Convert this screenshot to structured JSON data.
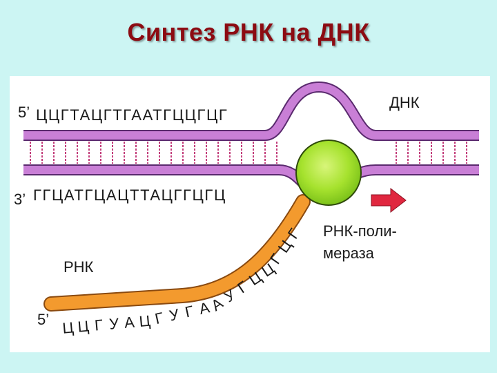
{
  "title": "Синтез РНК на ДНК",
  "diagram": {
    "dna_top_prime": "5’",
    "dna_top_sequence": "ЦЦГТАЦГТГААТГЦЦГЦГ",
    "dna_bottom_prime": "3’",
    "dna_bottom_sequence": "ГГЦАТГЦАЦТТАЦГГЦГЦ",
    "dna_label": "ДНК",
    "rna_label": "РНК",
    "rna_prime": "5’",
    "rna_sequence": "ЦЦГУАЦГУГААУГЦЦГЦГ",
    "polymerase_label_line1": "РНК-поли-",
    "polymerase_label_line2": "мераза",
    "colors": {
      "dna_strand": "#c97fd6",
      "dna_strand_edge": "#5a2a6e",
      "rung": "#c23c7a",
      "rna_strand": "#f39a2e",
      "rna_strand_edge": "#8a4a10",
      "polymerase": "#a6e22e",
      "arrow": "#e0273f",
      "title": "#8c0b12",
      "background": "#ccf5f3"
    }
  }
}
